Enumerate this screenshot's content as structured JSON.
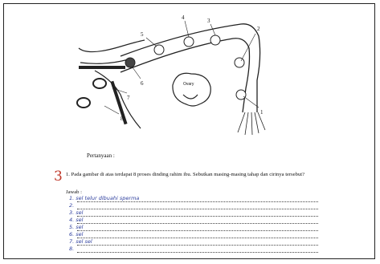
{
  "diagram": {
    "labels": [
      "1",
      "2",
      "3",
      "4",
      "5",
      "6",
      "7",
      "8"
    ],
    "ovary_label": "Ovary"
  },
  "heading": "Pertanyaan :",
  "question": {
    "annotation_number": "3",
    "text": "1. Pada gambar di atas terdapat 8 proses dinding rahim ibu. Sebutkan masing-masing tahap dan cirinya tersebut?"
  },
  "answer_label": "Jawab :",
  "handwriting": [
    "1. sel telur dibuahi sperma",
    "2.",
    "3. sel",
    "4. sel",
    "5. sel",
    "6. sel",
    "7. sel sel",
    "8."
  ],
  "colors": {
    "ink": "#2e3f9e",
    "mark": "#c0392b"
  }
}
